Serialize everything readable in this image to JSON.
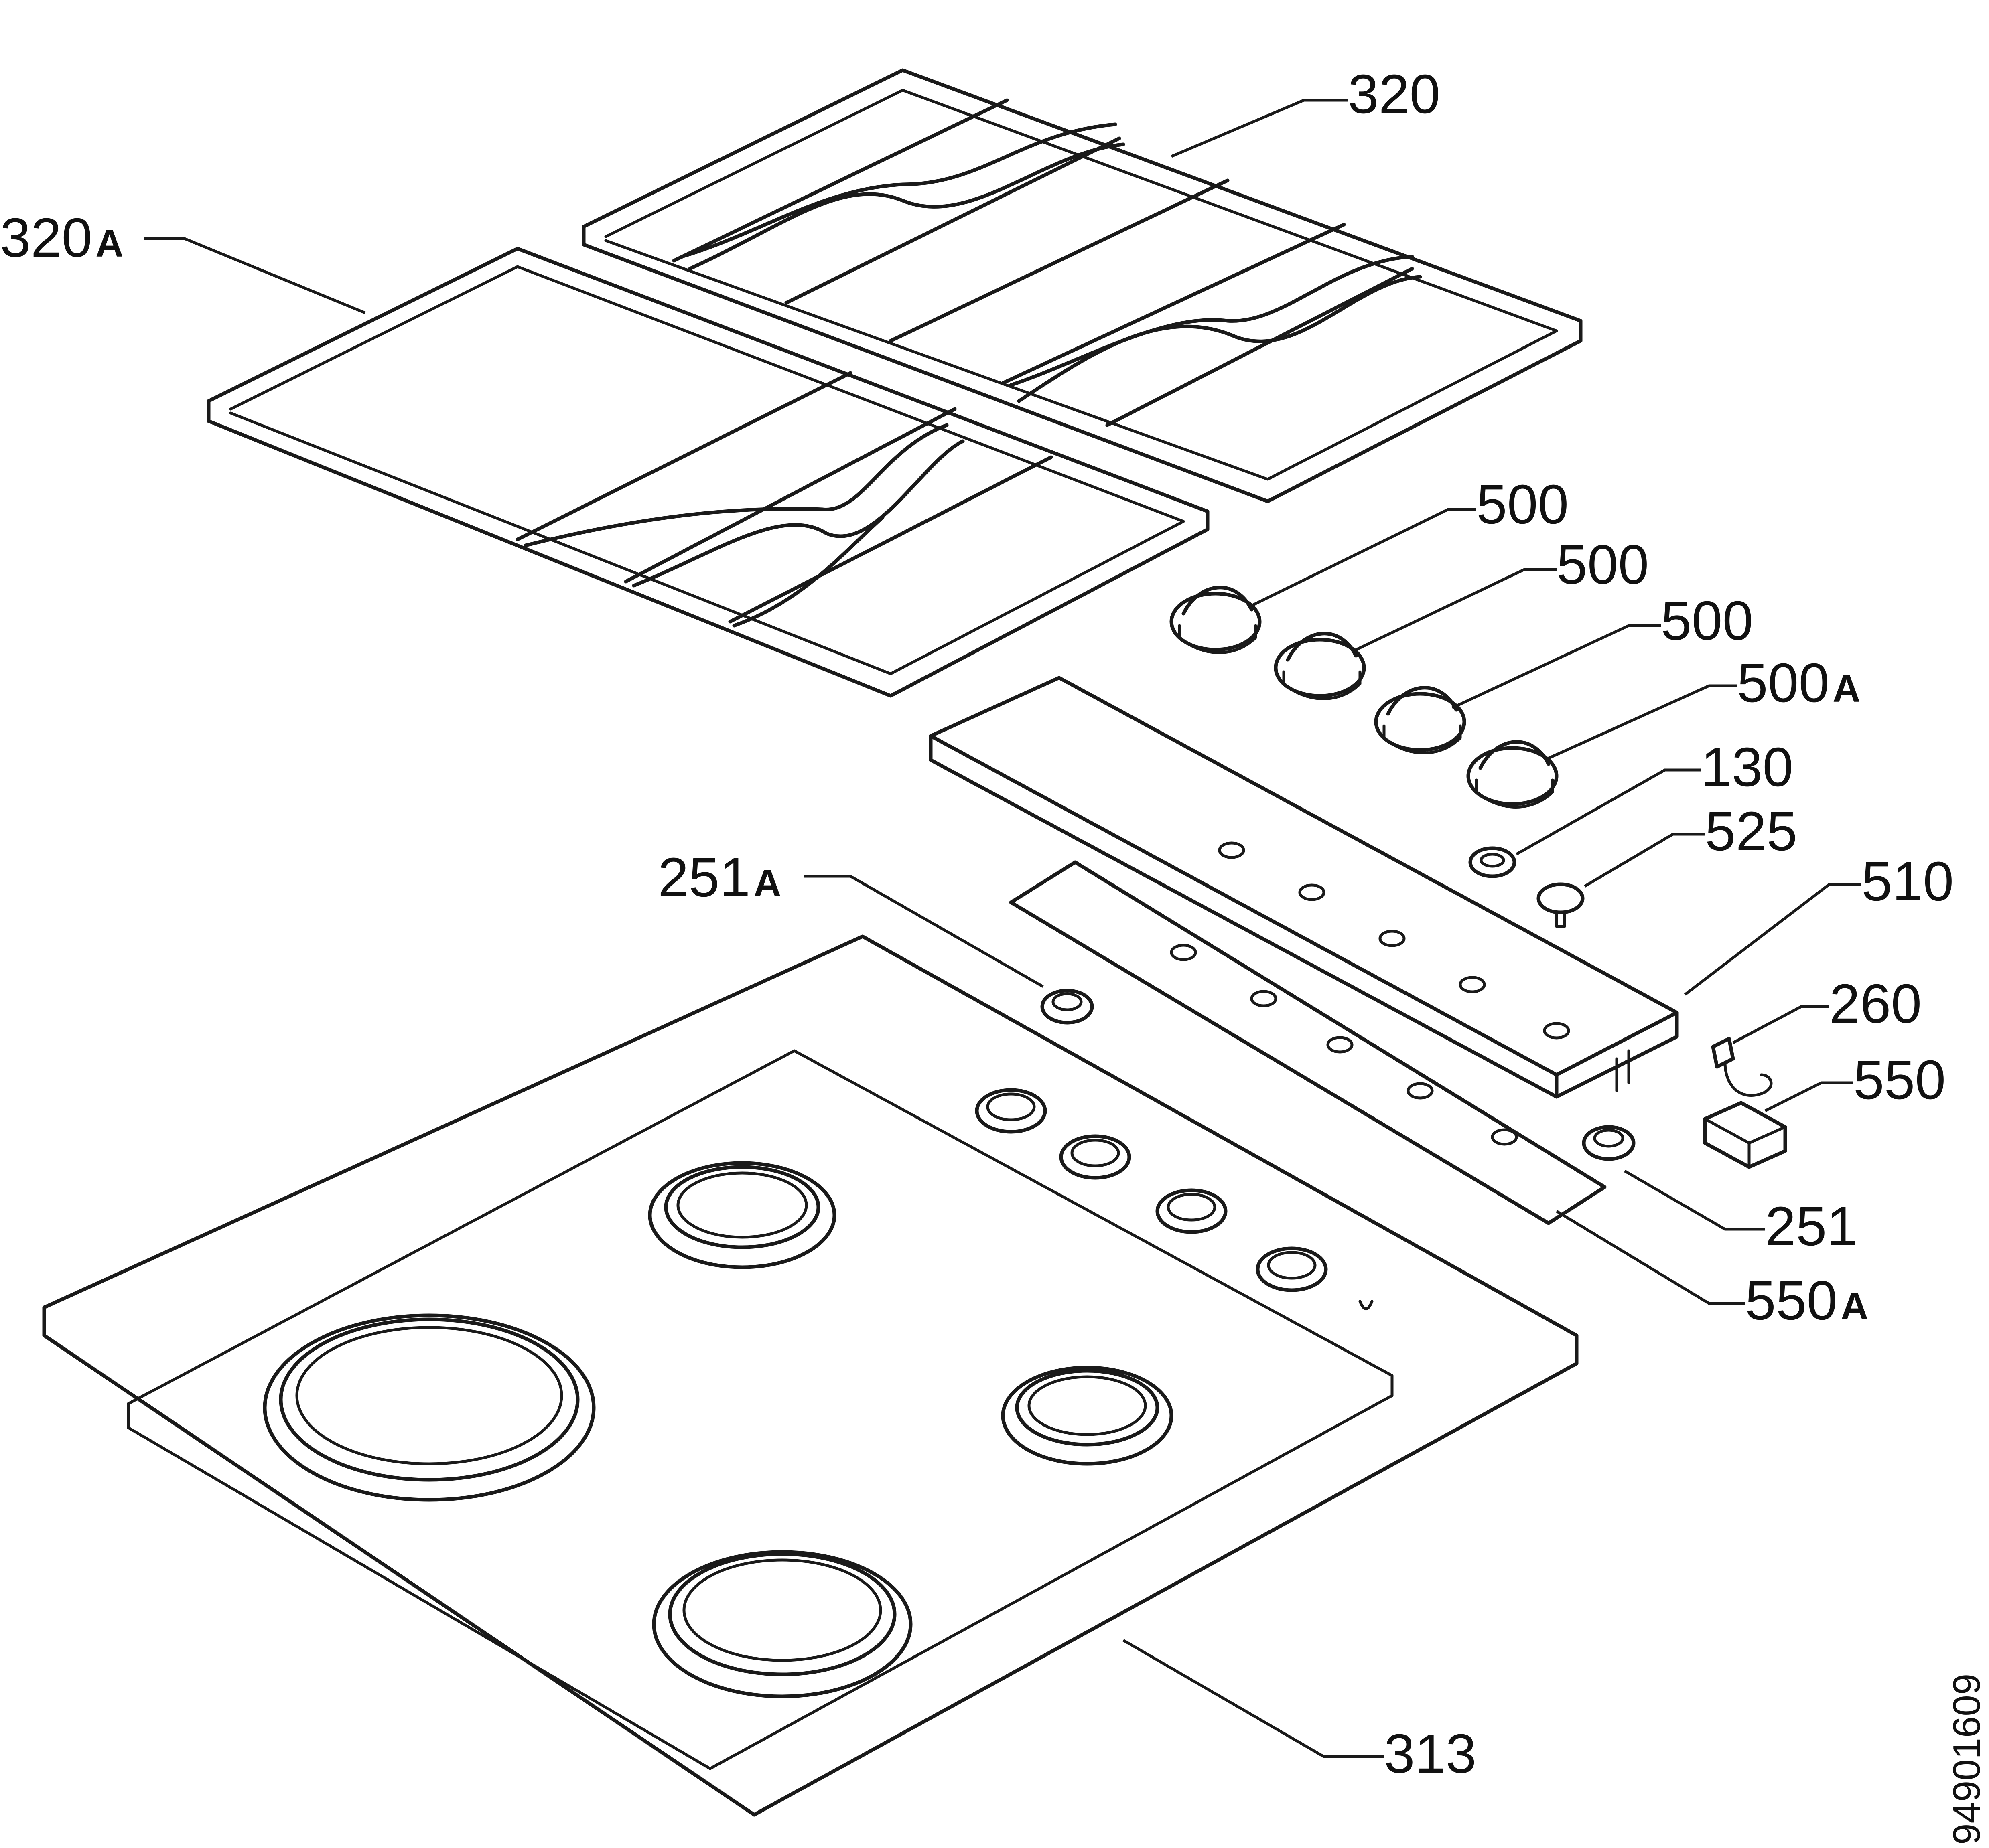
{
  "labels": {
    "p320": "320",
    "p320A_num": "320",
    "p320A_suffix": "A",
    "p500_1": "500",
    "p500_2": "500",
    "p500_3": "500",
    "p500A_num": "500",
    "p500A_suffix": "A",
    "p130": "130",
    "p525": "525",
    "p251A_num": "251",
    "p251A_suffix": "A",
    "p510": "510",
    "p260": "260",
    "p550": "550",
    "p251": "251",
    "p550A_num": "550",
    "p550A_suffix": "A",
    "p313": "313"
  },
  "document_number": "94901609"
}
